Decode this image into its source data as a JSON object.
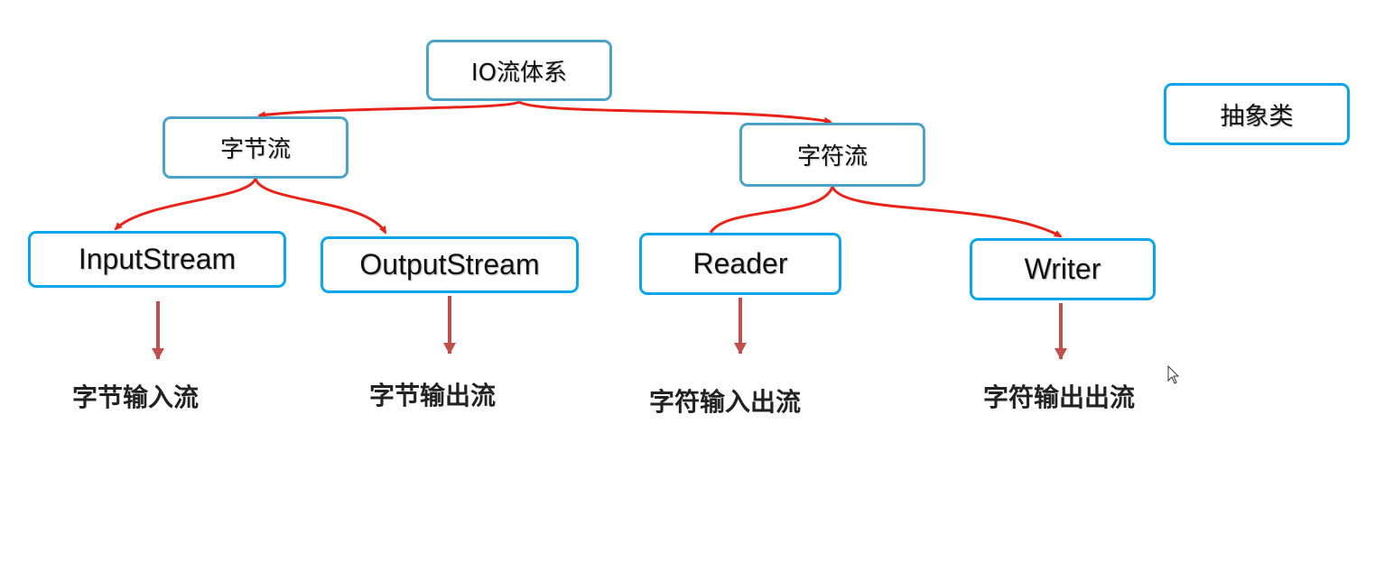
{
  "title": "IO流体系",
  "legend": "抽象类",
  "branches": {
    "byte": "字节流",
    "char": "字符流"
  },
  "classes": {
    "input_stream": "InputStream",
    "output_stream": "OutputStream",
    "reader": "Reader",
    "writer": "Writer"
  },
  "captions": {
    "input_stream": "字节输入流",
    "output_stream": "字节输出流",
    "reader": "字符输入出流",
    "writer": "字符输出出流"
  },
  "colors": {
    "node_border": "#4ba3c7",
    "abstract_border": "#0aa6ea",
    "tree_edge": "#e8231a",
    "down_arrow": "#c0504d"
  }
}
